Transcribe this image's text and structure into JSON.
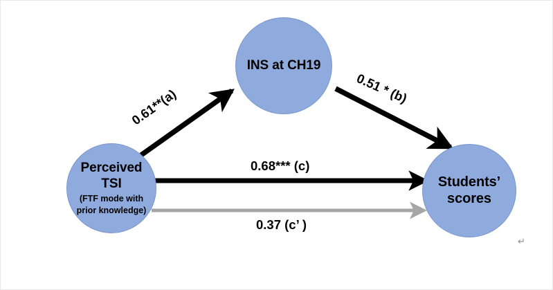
{
  "figure": {
    "type": "mediation-path-diagram",
    "background_color": "#ffffff",
    "node_fill_color": "#8FAADC",
    "direct_path_color": "#000000",
    "indirect_path_color": "#a6a6a6"
  },
  "nodes": {
    "predictor": {
      "title_line1": "Perceived",
      "title_line2": "TSI",
      "sub_line1": "(FTF mode with",
      "sub_line2": "prior knowledge)"
    },
    "mediator": {
      "title": "INS at CH19"
    },
    "outcome": {
      "title_line1": "Students’",
      "title_line2": "scores"
    }
  },
  "paths": {
    "a": {
      "label": "0.61**(a)",
      "coefficient": "0.61",
      "significance": "**",
      "path_name": "a",
      "color": "#000000"
    },
    "b": {
      "label": "0.51 * (b)",
      "coefficient": "0.51",
      "significance": "*",
      "path_name": "b",
      "color": "#000000"
    },
    "c": {
      "label": "0.68*** (c)",
      "coefficient": "0.68",
      "significance": "***",
      "path_name": "c",
      "color": "#000000"
    },
    "c_prime": {
      "label": "0.37 (c’ )",
      "coefficient": "0.37",
      "significance": "",
      "path_name": "c’",
      "color": "#a6a6a6"
    }
  },
  "marks": {
    "paragraph_mark": "↵"
  }
}
